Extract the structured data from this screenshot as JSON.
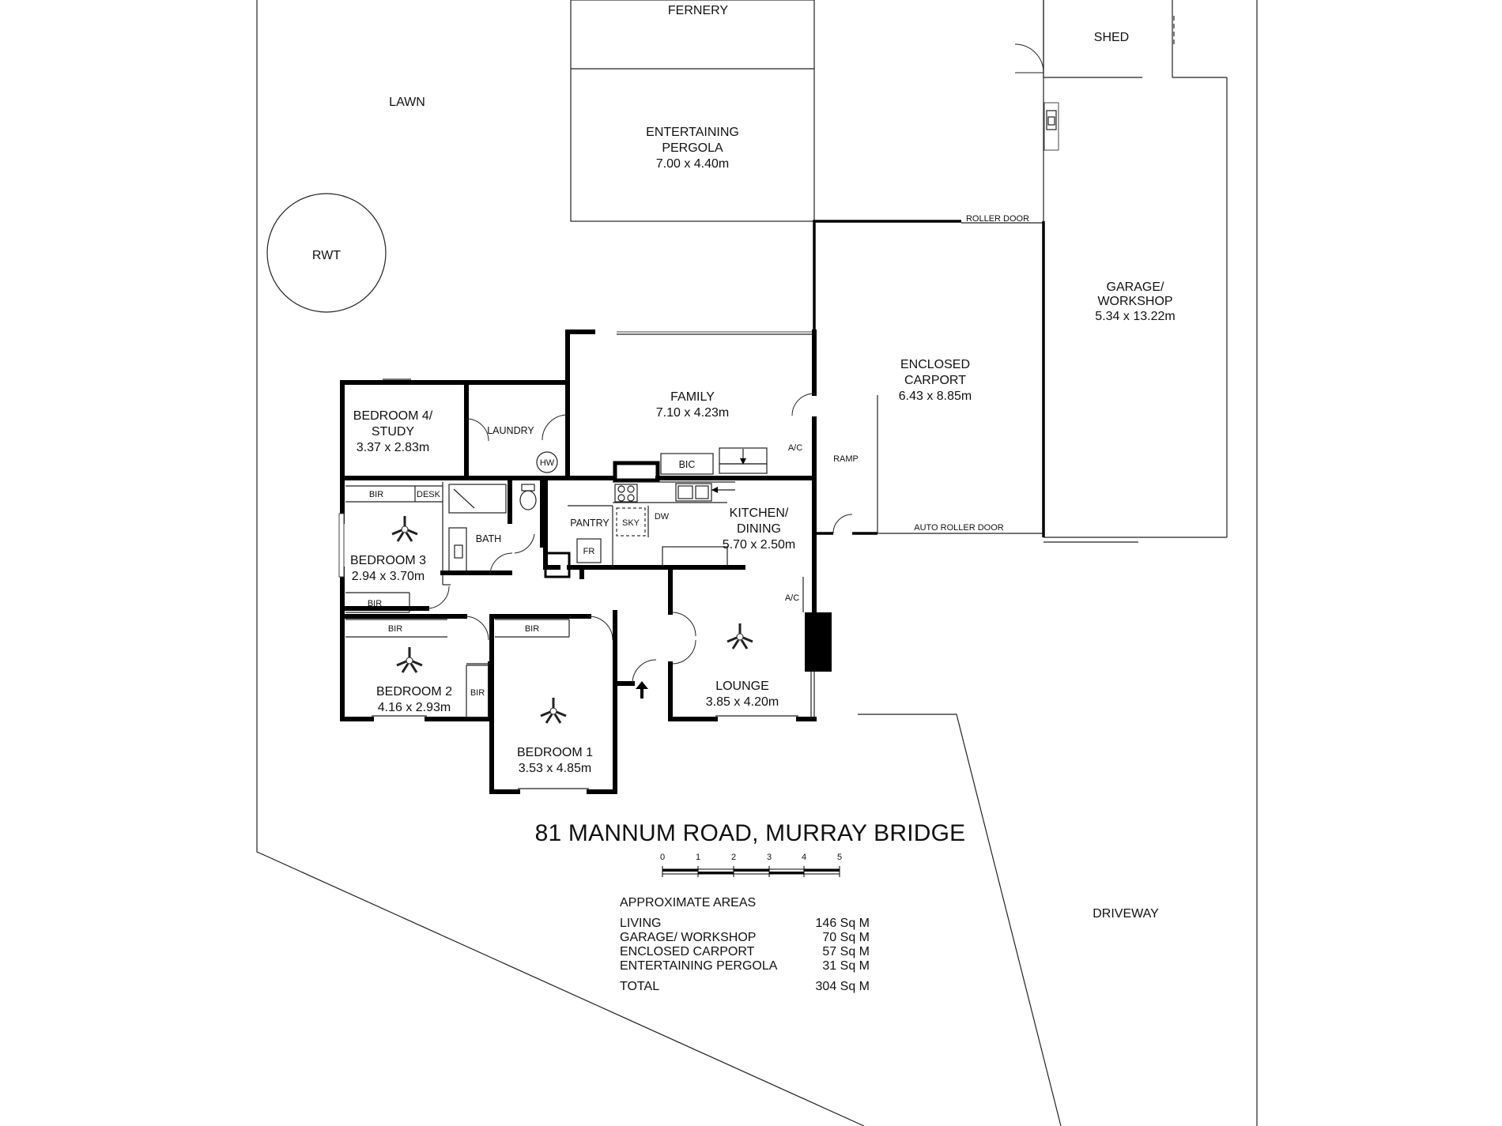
{
  "address": "81 MANNUM ROAD, MURRAY BRIDGE",
  "outdoor": {
    "lawn": "LAWN",
    "rwt": "RWT",
    "fernery": "FERNERY",
    "shed": "SHED",
    "driveway": "DRIVEWAY",
    "roller_door": "ROLLER DOOR",
    "auto_roller_door": "AUTO ROLLER DOOR",
    "ramp": "RAMP"
  },
  "rooms": {
    "pergola": {
      "name_1": "ENTERTAINING",
      "name_2": "PERGOLA",
      "dim": "7.00 x 4.40m"
    },
    "garage": {
      "name_1": "GARAGE/",
      "name_2": "WORKSHOP",
      "dim": "5.34 x 13.22m"
    },
    "carport": {
      "name_1": "ENCLOSED",
      "name_2": "CARPORT",
      "dim": "6.43 x 8.85m"
    },
    "family": {
      "name": "FAMILY",
      "dim": "7.10 x 4.23m"
    },
    "bedroom4": {
      "name_1": "BEDROOM 4/",
      "name_2": "STUDY",
      "dim": "3.37 x 2.83m"
    },
    "laundry": {
      "name": "LAUNDRY"
    },
    "kitchen": {
      "name_1": "KITCHEN/",
      "name_2": "DINING",
      "dim": "5.70 x 2.50m"
    },
    "bedroom3": {
      "name": "BEDROOM 3",
      "dim": "2.94 x 3.70m"
    },
    "bath": {
      "name": "BATH"
    },
    "pantry": {
      "name": "PANTRY"
    },
    "bedroom2": {
      "name": "BEDROOM 2",
      "dim": "4.16 x 2.93m"
    },
    "bedroom1": {
      "name": "BEDROOM 1",
      "dim": "3.53 x 4.85m"
    },
    "lounge": {
      "name": "LOUNGE",
      "dim": "3.85 x 4.20m"
    }
  },
  "fixtures": {
    "hw": "HW",
    "bic": "BIC",
    "bir": "BIR",
    "desk": "DESK",
    "sky": "SKY",
    "dw": "DW",
    "fr": "FR",
    "ac": "A/C"
  },
  "scale_ticks": [
    "0",
    "1",
    "2",
    "3",
    "4",
    "5"
  ],
  "areas": {
    "heading": "APPROXIMATE AREAS",
    "rows": [
      {
        "label": "LIVING",
        "value": "146 Sq M"
      },
      {
        "label": "GARAGE/ WORKSHOP",
        "value": "70 Sq M"
      },
      {
        "label": "ENCLOSED CARPORT",
        "value": "57 Sq M"
      },
      {
        "label": "ENTERTAINING PERGOLA",
        "value": "31 Sq M"
      }
    ],
    "total_label": "TOTAL",
    "total_value": "304 Sq M"
  }
}
